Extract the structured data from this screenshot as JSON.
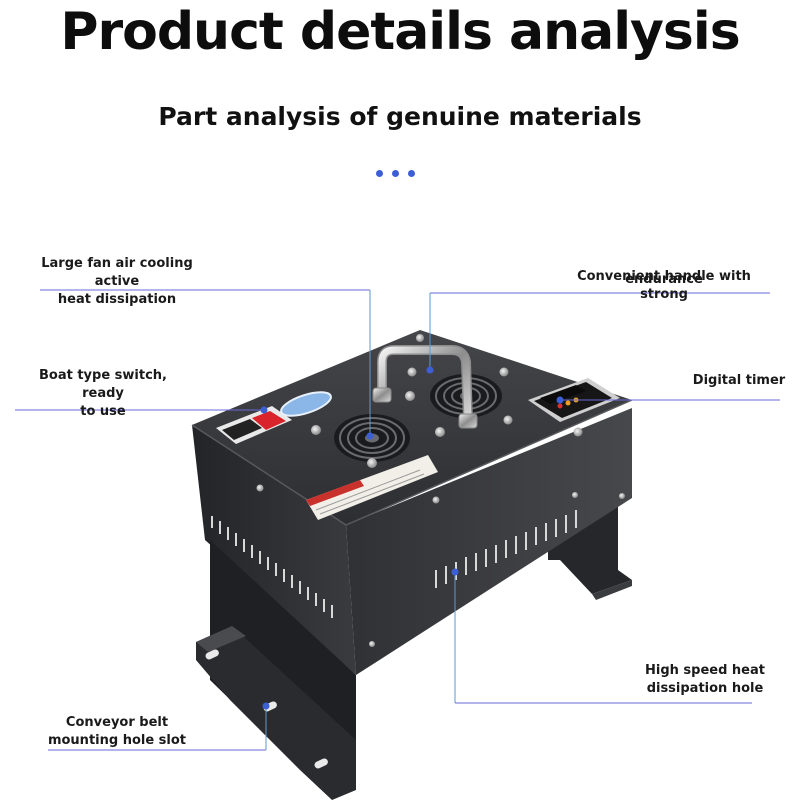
{
  "heading": {
    "title": "Product details analysis",
    "subtitle": "Part analysis of genuine materials"
  },
  "product_label_text": "",
  "callouts": [
    {
      "id": "fan",
      "line1": "Large fan air cooling active",
      "line2": "heat dissipation"
    },
    {
      "id": "handle",
      "line1": "Convenient handle with strong",
      "line2": "endurance"
    },
    {
      "id": "switch",
      "line1": "Boat type switch, ready",
      "line2": "to use"
    },
    {
      "id": "timer",
      "line1": "Digital timer",
      "line2": ""
    },
    {
      "id": "vents",
      "line1": "High speed heat",
      "line2": "dissipation hole"
    },
    {
      "id": "slot",
      "line1": "Conveyor belt",
      "line2": "mounting hole slot"
    }
  ],
  "colors": {
    "accent_dot": "#3d5fd6",
    "leader_line": "#5a9bd5",
    "underline": "#6a6ad8",
    "body": "#2e2f32",
    "switch_red": "#d8242a"
  }
}
